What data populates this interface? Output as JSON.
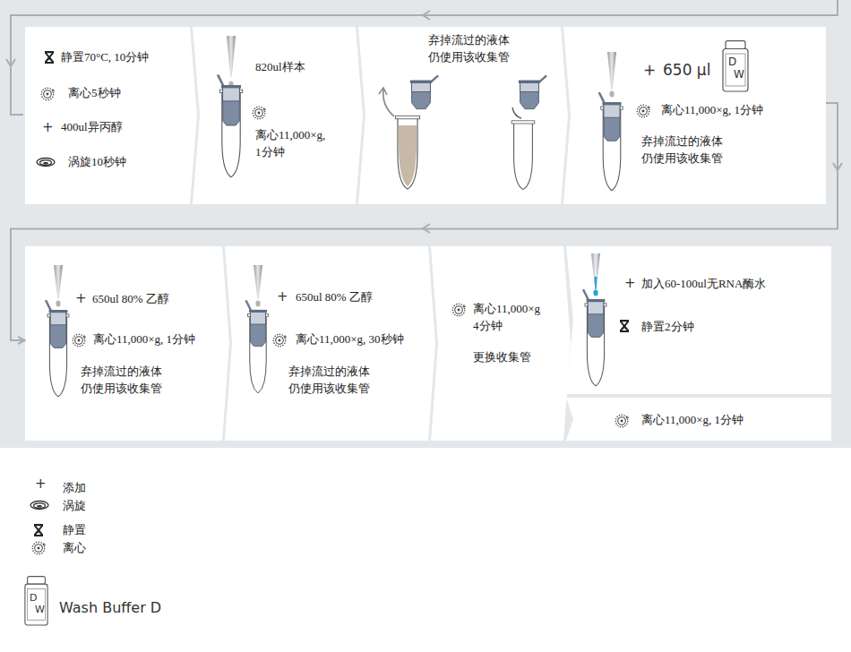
{
  "diagram": {
    "nodes": [
      {
        "text": [
          "静置70°C, 10分钟",
          "离心5秒钟",
          "400ul异丙醇",
          "涡旋10秒钟"
        ]
      },
      {
        "text": [
          "820ul样本",
          "离心11,000×g, 1分钟"
        ]
      },
      {
        "text": [
          "弃掉流过的液体 仍使用该收集管"
        ]
      },
      {
        "text": [
          "650 μl",
          "离心11,000×g, 1分钟",
          "弃掉流过的液体 仍使用该收集管"
        ]
      },
      {
        "text": [
          "650ul 80% 乙醇",
          "离心11,000×g, 1分钟",
          "弃掉流过的液体 仍使用该收集管"
        ]
      },
      {
        "text": [
          "650ul 80% 乙醇",
          "离心11,000×g, 30秒钟",
          "弃掉流过的液体 仍使用该收集管"
        ]
      },
      {
        "text": [
          "离心11,000×g 4分钟",
          "更换收集管"
        ]
      },
      {
        "text": [
          "加入60-100ul无RNA酶水",
          "静置2分钟"
        ]
      },
      {
        "text": [
          "离心11,000×g, 1分钟"
        ]
      }
    ],
    "edges": [
      {
        "from": 3,
        "to": 4,
        "arrow": "to"
      }
    ],
    "labels": [
      "+",
      "+",
      "D",
      "W",
      "+",
      "+",
      "+",
      "+",
      "D",
      "W"
    ],
    "legend": [
      {
        "text": "添加"
      },
      {
        "text": "涡旋"
      },
      {
        "text": "静置"
      },
      {
        "text": "离心"
      },
      {
        "text": "Wash Buffer D"
      }
    ]
  }
}
